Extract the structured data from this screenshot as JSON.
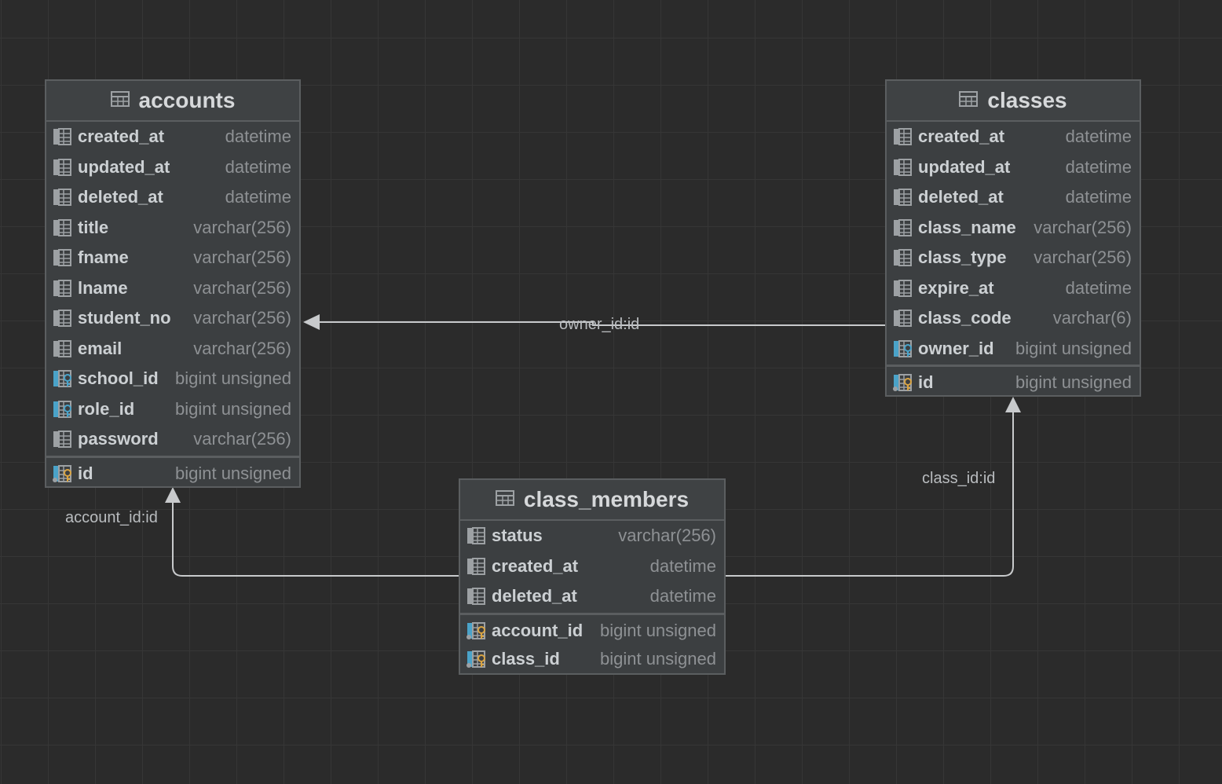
{
  "tables": {
    "accounts": {
      "name": "accounts",
      "columns": [
        {
          "name": "created_at",
          "type": "datetime",
          "icon": "column-icon"
        },
        {
          "name": "updated_at",
          "type": "datetime",
          "icon": "column-icon"
        },
        {
          "name": "deleted_at",
          "type": "datetime",
          "icon": "column-icon"
        },
        {
          "name": "title",
          "type": "varchar(256)",
          "icon": "column-icon"
        },
        {
          "name": "fname",
          "type": "varchar(256)",
          "icon": "column-icon"
        },
        {
          "name": "lname",
          "type": "varchar(256)",
          "icon": "column-icon"
        },
        {
          "name": "student_no",
          "type": "varchar(256)",
          "icon": "column-icon"
        },
        {
          "name": "email",
          "type": "varchar(256)",
          "icon": "column-icon"
        },
        {
          "name": "school_id",
          "type": "bigint unsigned",
          "icon": "foreign-key-icon"
        },
        {
          "name": "role_id",
          "type": "bigint unsigned",
          "icon": "foreign-key-icon"
        },
        {
          "name": "password",
          "type": "varchar(256)",
          "icon": "column-icon"
        }
      ],
      "keys": [
        {
          "name": "id",
          "type": "bigint unsigned",
          "icon": "primary-key-icon"
        }
      ]
    },
    "classes": {
      "name": "classes",
      "columns": [
        {
          "name": "created_at",
          "type": "datetime",
          "icon": "column-icon"
        },
        {
          "name": "updated_at",
          "type": "datetime",
          "icon": "column-icon"
        },
        {
          "name": "deleted_at",
          "type": "datetime",
          "icon": "column-icon"
        },
        {
          "name": "class_name",
          "type": "varchar(256)",
          "icon": "column-icon"
        },
        {
          "name": "class_type",
          "type": "varchar(256)",
          "icon": "column-icon"
        },
        {
          "name": "expire_at",
          "type": "datetime",
          "icon": "column-icon"
        },
        {
          "name": "class_code",
          "type": "varchar(6)",
          "icon": "column-icon"
        },
        {
          "name": "owner_id",
          "type": "bigint unsigned",
          "icon": "foreign-key-icon"
        }
      ],
      "keys": [
        {
          "name": "id",
          "type": "bigint unsigned",
          "icon": "primary-key-icon"
        }
      ]
    },
    "class_members": {
      "name": "class_members",
      "columns": [
        {
          "name": "status",
          "type": "varchar(256)",
          "icon": "column-icon"
        },
        {
          "name": "created_at",
          "type": "datetime",
          "icon": "column-icon"
        },
        {
          "name": "deleted_at",
          "type": "datetime",
          "icon": "column-icon"
        }
      ],
      "keys": [
        {
          "name": "account_id",
          "type": "bigint unsigned",
          "icon": "primary-foreign-key-icon"
        },
        {
          "name": "class_id",
          "type": "bigint unsigned",
          "icon": "primary-foreign-key-icon"
        }
      ]
    }
  },
  "relations": [
    {
      "label": "owner_id:id",
      "from": "classes",
      "to": "accounts"
    },
    {
      "label": "account_id:id",
      "from": "class_members",
      "to": "accounts"
    },
    {
      "label": "class_id:id",
      "from": "class_members",
      "to": "classes"
    }
  ],
  "colors": {
    "background": "#2b2b2b",
    "table": "#3c3f41",
    "edge": "#c8cacc",
    "key_gold": "#d9a443",
    "fk_blue": "#4aa3c9"
  }
}
